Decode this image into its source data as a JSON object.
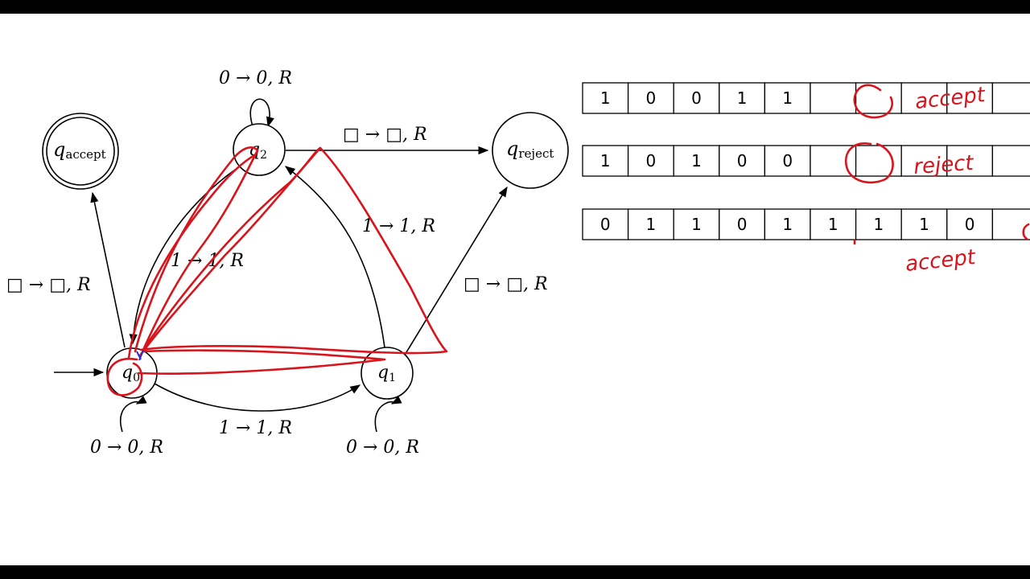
{
  "states": {
    "q0": {
      "base": "q",
      "sub": "0"
    },
    "q1": {
      "base": "q",
      "sub": "1"
    },
    "q2": {
      "base": "q",
      "sub": "2"
    },
    "accept": {
      "base": "q",
      "sub": "accept"
    },
    "reject": {
      "base": "q",
      "sub": "reject"
    }
  },
  "transitions": {
    "q2_loop": "0 → 0, R",
    "q2_to_reject": "□ → □, R",
    "q1_to_q2": "1 → 1, R",
    "q2_to_q0": "1 → 1, R",
    "q0_to_accept": "□ → □, R",
    "q1_to_reject": "□ → □, R",
    "q0_to_q1": "1 → 1, R",
    "q0_loop": "0 → 0, R",
    "q1_loop": "0 → 0, R"
  },
  "tapes": [
    {
      "cells": [
        "1",
        "0",
        "0",
        "1",
        "1",
        "",
        "",
        "",
        "",
        ""
      ]
    },
    {
      "cells": [
        "1",
        "0",
        "1",
        "0",
        "0",
        "",
        "",
        "",
        "",
        ""
      ]
    },
    {
      "cells": [
        "0",
        "1",
        "1",
        "0",
        "1",
        "1",
        "1",
        "1",
        "0",
        ""
      ]
    }
  ],
  "handwriting": {
    "tape1_note": "accept",
    "tape2_note": "reject",
    "tape3_note": "accept"
  },
  "colors": {
    "ink_red": "#d8141c",
    "ink_blue": "#2b2bd6",
    "line": "#000000",
    "background": "#ffffff",
    "frame": "#000000"
  }
}
